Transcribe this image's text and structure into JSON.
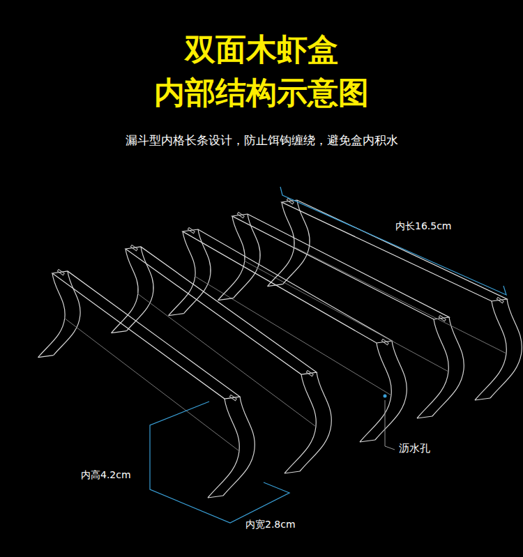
{
  "diagram": {
    "title": "双面木虾盒 内部结构示意图",
    "labels": [
      "漏斗型内格长条设计，防止饵钩缠绕，避免盒内积水",
      "内长16.5cm",
      "沥水孔",
      "内高4.2cm",
      "内宽2.8cm"
    ]
  }
}
